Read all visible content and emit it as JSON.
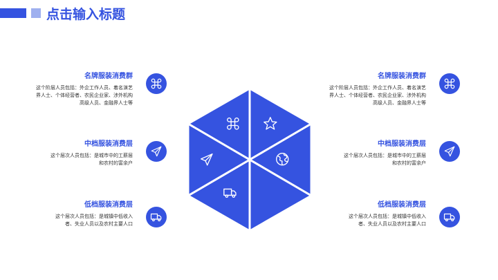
{
  "header": {
    "title": "点击输入标题"
  },
  "colors": {
    "accent": "#3553e0",
    "accent_light": "#9fb0ef",
    "text": "#333333"
  },
  "cards": [
    {
      "title": "名牌服装消费群",
      "body": "这个阶层人员包括：外企工作人员、着名演艺界人士、个体经营者、农民企业家、涉外机构高级人员、金融界人士等",
      "icon": "command-icon"
    },
    {
      "title": "中档服装消费层",
      "body": "这个层次人员包括：是城市中的工薪层和农村的富余户",
      "icon": "paper-plane-icon"
    },
    {
      "title": "低档服装消费层",
      "body": "这个层次人员包括：是城镇中低收入者、失业人员以及农村主要人口",
      "icon": "truck-icon"
    },
    {
      "title": "名牌服装消费群",
      "body": "这个阶层人员包括：外企工作人员、着名演艺界人士、个体经营者、农民企业家、涉外机构高级人员、金融界人士等",
      "icon": "command-icon"
    },
    {
      "title": "中档服装消费层",
      "body": "这个层次人员包括：是城市中的工薪层和农村的富余户",
      "icon": "paper-plane-icon"
    },
    {
      "title": "低档服装消费层",
      "body": "这个层次人员包括：是城镇中低收入者、失业人员以及农村主要人口",
      "icon": "truck-icon"
    }
  ],
  "hexagon": {
    "segments": [
      {
        "icon": "command-icon"
      },
      {
        "icon": "star-icon"
      },
      {
        "icon": "globe-icon"
      },
      {
        "icon": "chart-segment-blank"
      },
      {
        "icon": "truck-icon"
      },
      {
        "icon": "paper-plane-icon"
      }
    ]
  }
}
